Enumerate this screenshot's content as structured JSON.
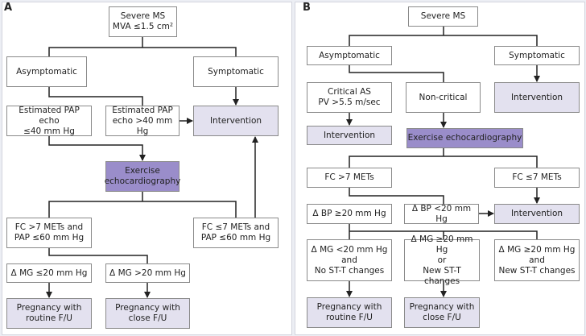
{
  "panel_a": {
    "label": "A",
    "severe": [
      "Severe MS",
      "MVA ≤1.5 cm²"
    ],
    "asymptomatic": [
      "Asymptomatic"
    ],
    "symptomatic": [
      "Symptomatic"
    ],
    "pap_low": [
      "Estimated PAP echo",
      "≤40 mm Hg"
    ],
    "pap_high": [
      "Estimated PAP",
      "echo >40 mm Hg"
    ],
    "intervention": [
      "Intervention"
    ],
    "exercise": [
      "Exercise",
      "echocardiography"
    ],
    "fc_high": [
      "FC >7 METs and",
      "PAP ≤60 mm Hg"
    ],
    "fc_low": [
      "FC ≤7 METs and",
      "PAP ≤60 mm Hg"
    ],
    "mg_low": [
      "Δ MG ≤20 mm Hg"
    ],
    "mg_high": [
      "Δ MG >20 mm Hg"
    ],
    "preg_routine": [
      "Pregnancy with",
      "routine F/U"
    ],
    "preg_close": [
      "Pregnancy with",
      "close F/U"
    ]
  },
  "panel_b": {
    "label": "B",
    "severe": [
      "Severe MS"
    ],
    "asymptomatic": [
      "Asymptomatic"
    ],
    "symptomatic": [
      "Symptomatic"
    ],
    "critical": [
      "Critical AS",
      "PV >5.5 m/sec"
    ],
    "noncritical": [
      "Non-critical"
    ],
    "intervention_sym": [
      "Intervention"
    ],
    "intervention_crit": [
      "Intervention"
    ],
    "exercise": [
      "Exercise echocardiography"
    ],
    "fc_high": [
      "FC >7 METs"
    ],
    "fc_low": [
      "FC ≤7 METs"
    ],
    "bp_high": [
      "Δ BP ≥20 mm Hg"
    ],
    "bp_low": [
      "Δ BP <20 mm Hg"
    ],
    "intervention_bp": [
      "Intervention"
    ],
    "mg_low": [
      "Δ MG <20 mm Hg",
      "and",
      "No ST-T changes"
    ],
    "mg_or": [
      "Δ MG ≥20 mm Hg",
      "or",
      "New ST-T changes"
    ],
    "mg_and": [
      "Δ MG ≥20 mm Hg",
      "and",
      "New ST-T changes"
    ],
    "preg_routine": [
      "Pregnancy with",
      "routine F/U"
    ],
    "preg_close": [
      "Pregnancy with",
      "close F/U"
    ]
  },
  "colors": {
    "light": "#e3e1ef",
    "dark": "#9a8dca",
    "line": "#222222"
  }
}
